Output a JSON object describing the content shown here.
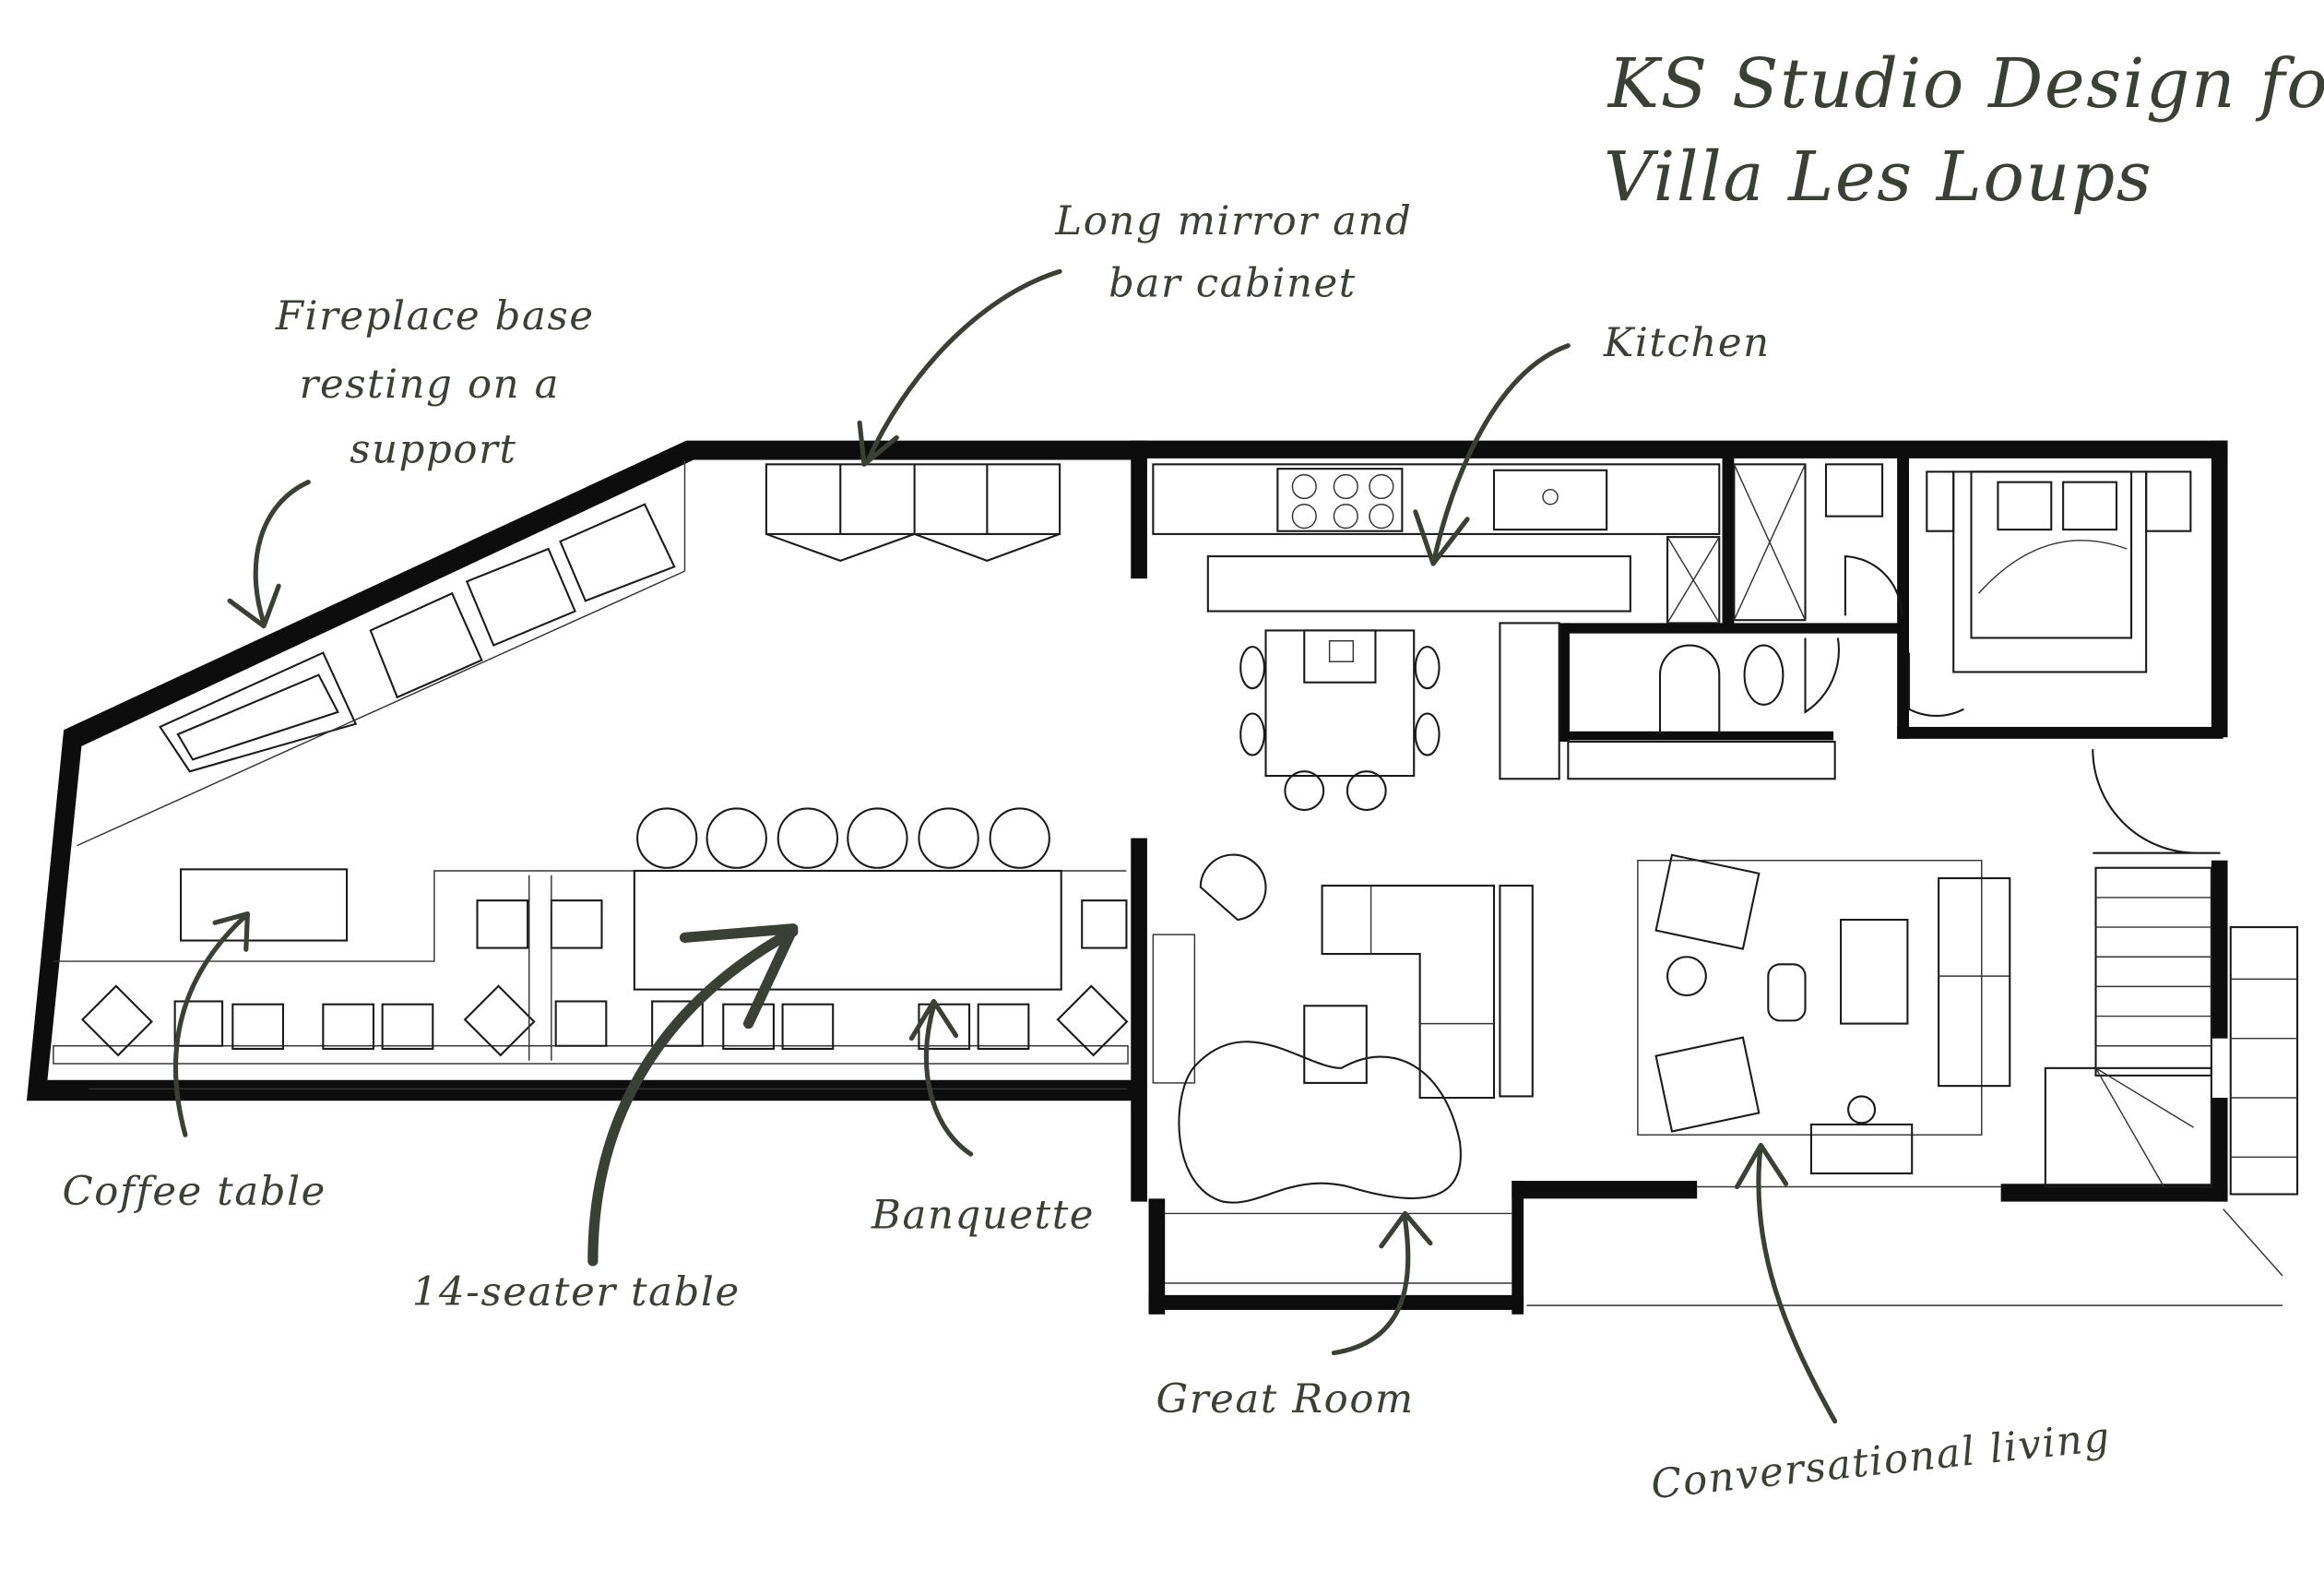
{
  "title": {
    "line1": "KS Studio Design for",
    "line2": "Villa Les Loups"
  },
  "annotations": {
    "fireplace": [
      "Fireplace base",
      "resting on a",
      "support"
    ],
    "mirror": [
      "Long mirror and",
      "bar cabinet"
    ],
    "kitchen": "Kitchen",
    "coffee_table": "Coffee table",
    "seater_table": "14-seater table",
    "banquette": "Banquette",
    "great_room": "Great Room",
    "conversational": "Conversational living"
  },
  "colors": {
    "ink": "#3b4036",
    "wall": "#0d0d0d"
  }
}
